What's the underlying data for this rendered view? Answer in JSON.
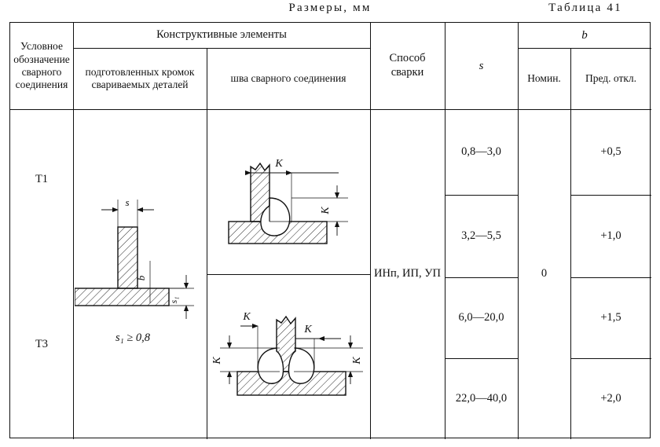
{
  "captions": {
    "center": "Размеры, мм",
    "right": "Таблица 41"
  },
  "table": {
    "headers": {
      "col_symbol": "Условное обозначе­ние сварного соедине­ния",
      "group_structural": "Конструктивные элементы",
      "col_prepared_edges": "подготовленных кромок свариваемых деталей",
      "col_weld_seam": "шва сварного соединения",
      "col_method": "Способ сварки",
      "col_s": "s",
      "group_b": "b",
      "col_b_nominal": "Номин.",
      "col_b_deviation": "Пред. откл."
    },
    "joints": [
      {
        "designation": "T1"
      },
      {
        "designation": "T3"
      }
    ],
    "method": "ИНп, ИП, УП",
    "b_nominal": "0",
    "rows": [
      {
        "s": "0,8—3,0",
        "deviation": "+0,5"
      },
      {
        "s": "3,2—5,5",
        "deviation": "+1,0"
      },
      {
        "s": "6,0—20,0",
        "deviation": "+1,5"
      },
      {
        "s": "22,0—40,0",
        "deviation": "+2,0"
      }
    ],
    "drawing_labels": {
      "edge_s": "s",
      "edge_b": "b",
      "edge_s1": "s₁",
      "edge_note": "s₁ ≥ 0,8",
      "weld_k": "K"
    }
  }
}
